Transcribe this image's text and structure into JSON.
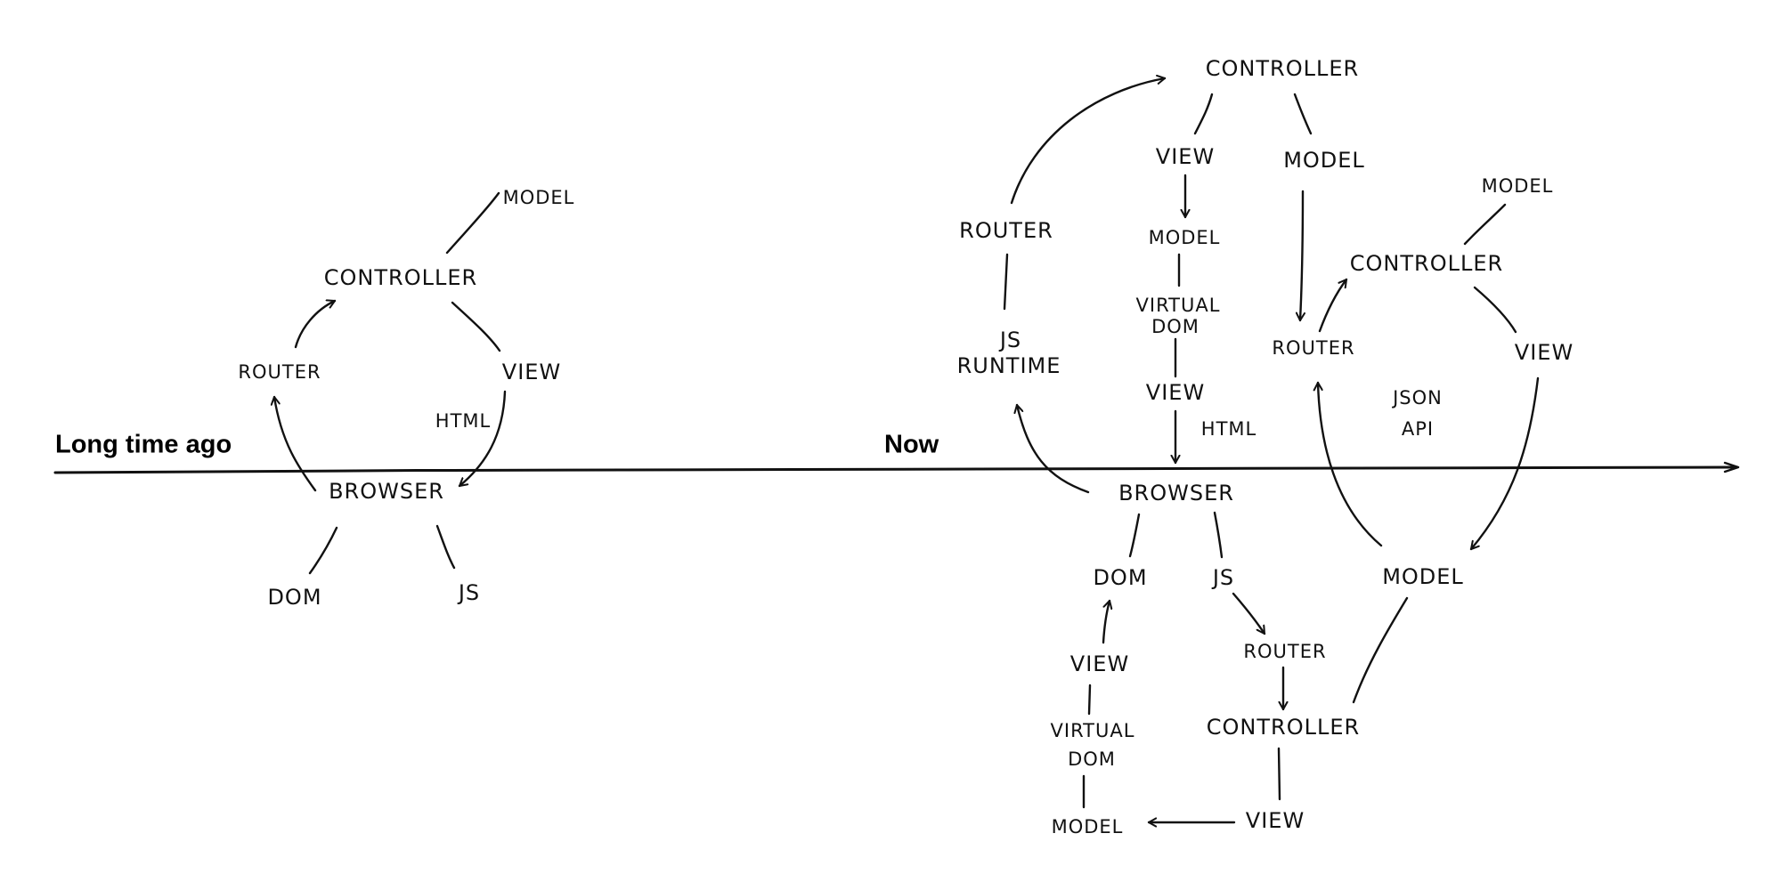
{
  "headings": {
    "left": "Long time ago",
    "right": "Now"
  },
  "old": {
    "model": "MODEL",
    "controller": "CONTROLLER",
    "router": "ROUTER",
    "view": "VIEW",
    "html": "HTML",
    "browser": "BROWSER",
    "dom": "DOM",
    "js": "JS"
  },
  "now": {
    "server": {
      "controller": "CONTROLLER",
      "view": "VIEW",
      "model_top": "MODEL",
      "model": "MODEL",
      "virtual_dom_1": "VIRTUAL",
      "virtual_dom_2": "DOM",
      "view_2": "VIEW",
      "html": "HTML",
      "router": "ROUTER",
      "js_runtime_1": "JS",
      "js_runtime_2": "RUNTIME",
      "router_2": "ROUTER",
      "controller_2": "CONTROLLER",
      "model_2": "MODEL",
      "view_3": "VIEW",
      "json_api_1": "JSON",
      "json_api_2": "API"
    },
    "client": {
      "browser": "BROWSER",
      "dom": "DOM",
      "js": "JS",
      "view": "VIEW",
      "virtual_dom_1": "VIRTUAL",
      "virtual_dom_2": "DOM",
      "model": "MODEL",
      "router": "ROUTER",
      "controller": "CONTROLLER",
      "view_2": "VIEW",
      "model_2": "MODEL"
    }
  }
}
